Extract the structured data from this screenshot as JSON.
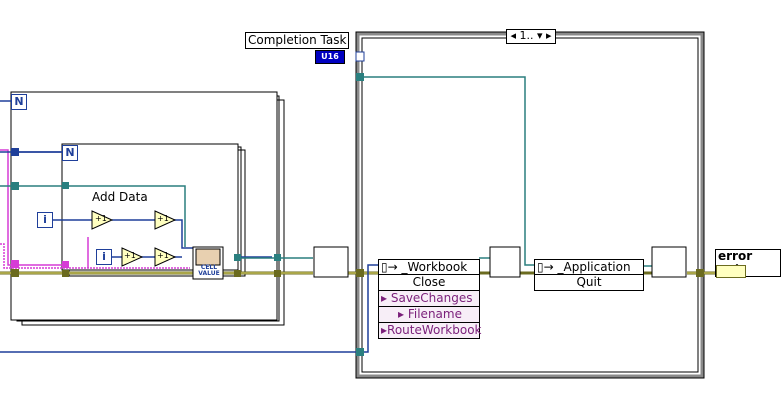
{
  "completion_task": {
    "label": "Completion Task",
    "type_badge": "U16"
  },
  "case_selector": {
    "value": "1.."
  },
  "loop_counter_symbol": "N",
  "index_symbol": "i",
  "add_data_label": "Add Data",
  "increment_symbol": "+1",
  "cell_value_icon": {
    "line1": "CELL",
    "line2": "VALUE"
  },
  "workbook_node": {
    "class": "_Workbook",
    "method": "Close",
    "params": [
      "SaveChanges",
      "Filename",
      "RouteWorkbook"
    ]
  },
  "application_node": {
    "class": "_Application",
    "method": "Quit"
  },
  "error_out_label": "error out",
  "colors": {
    "wire_blue": "#1f3f9a",
    "wire_teal": "#2a7f7f",
    "wire_pink": "#d63bd6",
    "wire_error": "#6b6b1f",
    "frame": "#000000"
  }
}
